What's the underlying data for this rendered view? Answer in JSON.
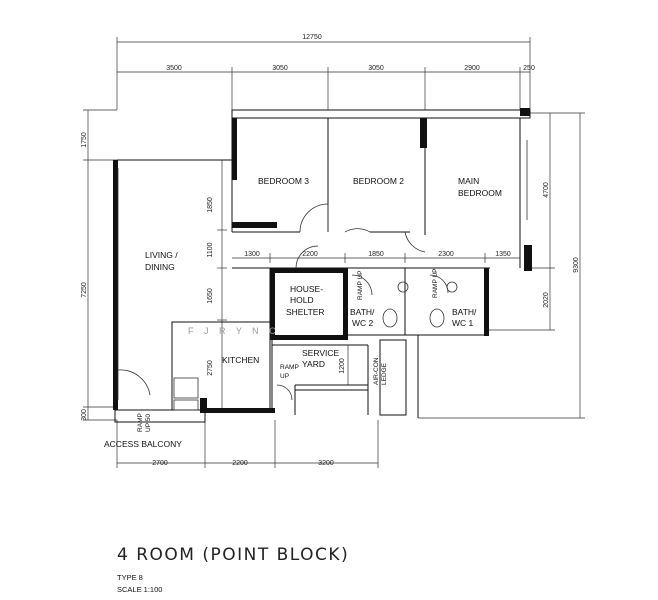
{
  "plan": {
    "title": "4 ROOM (POINT BLOCK)",
    "type_label": "TYPE 8",
    "scale_label": "SCALE   1:100",
    "watermark": "F J R   Y N C",
    "dimensions_top": {
      "overall": "12750",
      "segments": [
        "3500",
        "3050",
        "3050",
        "2900",
        "250"
      ]
    },
    "dimensions_bottom": [
      "2700",
      "2200",
      "3200"
    ],
    "dimensions_left": [
      "1750",
      "7250",
      "300"
    ],
    "dimensions_right": [
      "4700",
      "2020",
      "9300"
    ],
    "dimensions_inner": [
      "1300",
      "2200",
      "1850",
      "2300",
      "1350",
      "1850",
      "1100",
      "1650",
      "2750",
      "1200"
    ],
    "rooms": {
      "bedroom3": "BEDROOM 3",
      "bedroom2": "BEDROOM 2",
      "main_bedroom_1": "MAIN",
      "main_bedroom_2": "BEDROOM",
      "living_1": "LIVING /",
      "living_2": "DINING",
      "household_1": "HOUSE-",
      "household_2": "HOLD",
      "household_3": "SHELTER",
      "bath2_1": "BATH/",
      "bath2_2": "WC 2",
      "bath1_1": "BATH/",
      "bath1_2": "WC 1",
      "kitchen": "KITCHEN",
      "service_1": "SERVICE",
      "service_2": "YARD",
      "aircon_1": "AIR-CON",
      "aircon_2": "LEDGE",
      "access_balcony": "ACCESS BALCONY",
      "ramp_up": "RAMP UP",
      "ramp": "RAMP",
      "up": "UP",
      "ramp_up_50_1": "RAMP",
      "ramp_up_50_2": "UP 50"
    }
  }
}
